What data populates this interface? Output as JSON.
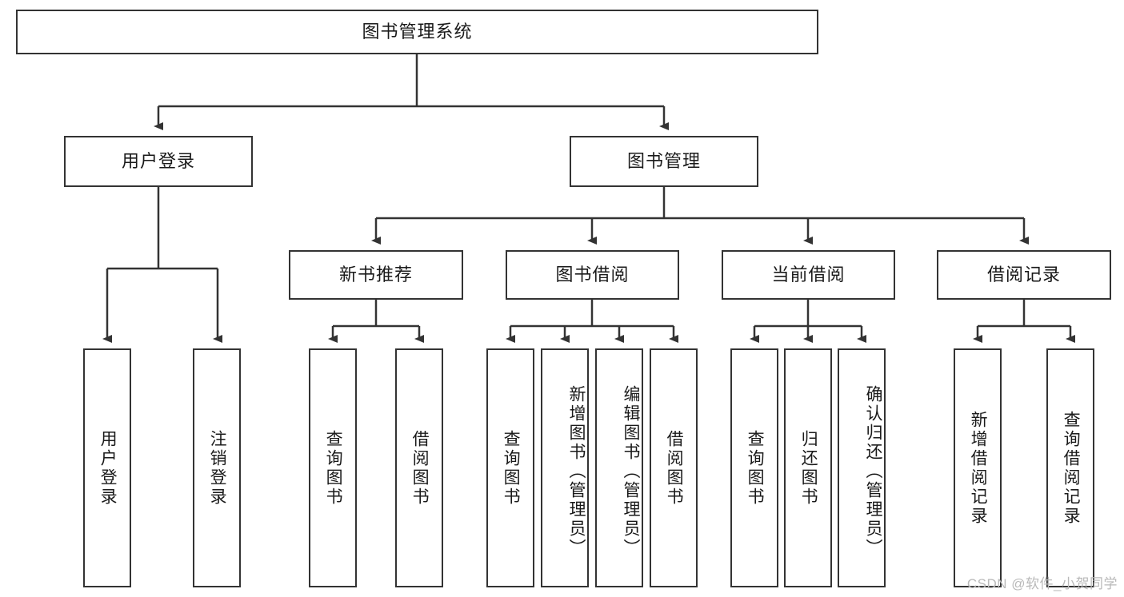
{
  "diagram": {
    "title": "图书管理系统",
    "root": {
      "label": "图书管理系统"
    },
    "level2": [
      {
        "label": "用户登录"
      },
      {
        "label": "图书管理"
      }
    ],
    "level3": [
      {
        "label": "新书推荐"
      },
      {
        "label": "图书借阅"
      },
      {
        "label": "当前借阅"
      },
      {
        "label": "借阅记录"
      }
    ],
    "leaves": {
      "user_login": [
        {
          "label": "用户登录"
        },
        {
          "label": "注销登录"
        }
      ],
      "new_book_recommend": [
        {
          "label": "查询图书"
        },
        {
          "label": "借阅图书"
        }
      ],
      "book_borrow": [
        {
          "label": "查询图书"
        },
        {
          "label": "新增图书（管理员）"
        },
        {
          "label": "编辑图书（管理员）"
        },
        {
          "label": "借阅图书"
        }
      ],
      "current_borrow": [
        {
          "label": "查询图书"
        },
        {
          "label": "归还图书"
        },
        {
          "label": "确认归还（管理员）"
        }
      ],
      "borrow_record": [
        {
          "label": "新增借阅记录"
        },
        {
          "label": "查询借阅记录"
        }
      ]
    }
  },
  "watermark": {
    "text": "CSDN @软件_小贺同学"
  },
  "colors": {
    "box_border": "#333333",
    "box_fill": "#ffffff",
    "text": "#1a1a1a",
    "link": "#333333",
    "watermark": "#b9b9b9"
  }
}
